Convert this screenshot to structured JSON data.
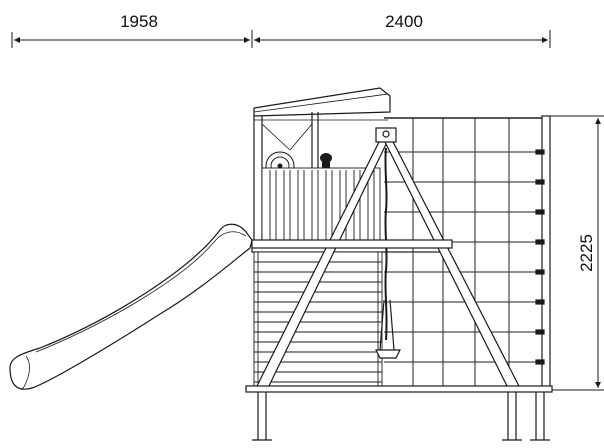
{
  "dimensions": {
    "slide_width": "1958",
    "tower_width": "2400",
    "height": "2225"
  },
  "colors": {
    "line": "#1a1a1a",
    "net": "#222222",
    "background": "#ffffff"
  }
}
